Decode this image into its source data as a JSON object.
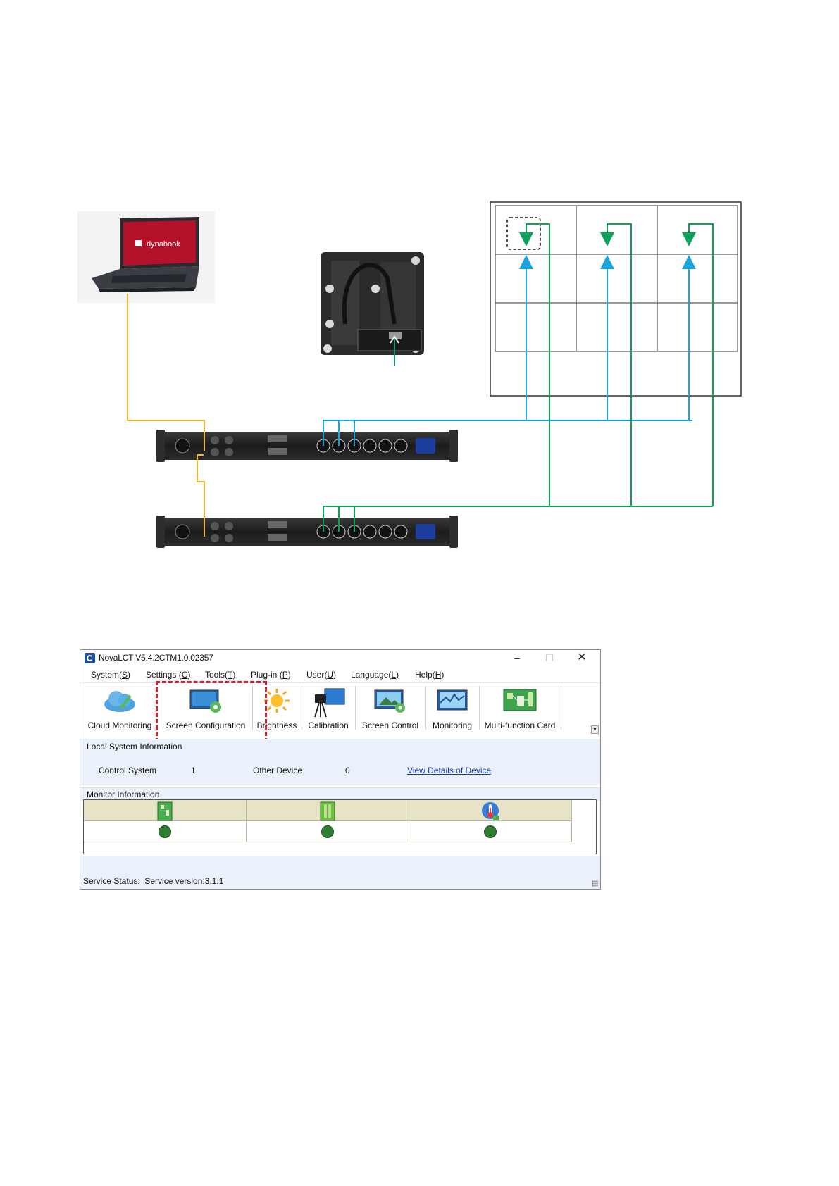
{
  "colors": {
    "data_line": "#1aa3dc",
    "backup_line": "#0fa05a",
    "usb_line": "#f0b429",
    "highlight": "#d4202a"
  },
  "diagram": {
    "laptop_brand": "dynabook",
    "grid": {
      "rows": 3,
      "cols": 3
    }
  },
  "window": {
    "title": "NovaLCT V5.4.2CTM1.0.02357",
    "controls": {
      "minimize": "–",
      "maximize": "☐",
      "close": "✕"
    },
    "menu": [
      {
        "pre": "System(",
        "key": "S",
        "post": ")"
      },
      {
        "pre": "Settings (",
        "key": "C",
        "post": ")"
      },
      {
        "pre": "Tools(",
        "key": "T",
        "post": ")"
      },
      {
        "pre": "Plug-in (",
        "key": "P",
        "post": ")"
      },
      {
        "pre": "User(",
        "key": "U",
        "post": ")"
      },
      {
        "pre": "Language(",
        "key": "L",
        "post": ")"
      },
      {
        "pre": "Help(",
        "key": "H",
        "post": ")"
      }
    ],
    "toolbar": [
      {
        "label": "Cloud Monitoring",
        "icon": "cloud-icon"
      },
      {
        "label": "Screen Configuration",
        "icon": "screen-config-icon"
      },
      {
        "label": "Brightness",
        "icon": "sun-icon"
      },
      {
        "label": "Calibration",
        "icon": "camera-icon"
      },
      {
        "label": "Screen Control",
        "icon": "screen-control-icon"
      },
      {
        "label": "Monitoring",
        "icon": "monitoring-icon"
      },
      {
        "label": "Multi-function Card",
        "icon": "circuit-board-icon"
      }
    ],
    "local_system": {
      "title": "Local System Information",
      "control_system_label": "Control System",
      "control_system_value": "1",
      "other_device_label": "Other Device",
      "other_device_value": "0",
      "view_details": "View Details of Device"
    },
    "monitor": {
      "title": "Monitor Information",
      "columns": [
        {
          "icon": "receiving-card-icon",
          "status": "ok"
        },
        {
          "icon": "module-icon",
          "status": "ok"
        },
        {
          "icon": "thermometer-icon",
          "status": "ok"
        }
      ]
    },
    "status": {
      "label": "Service Status:",
      "value": "Service version:3.1.1"
    }
  }
}
